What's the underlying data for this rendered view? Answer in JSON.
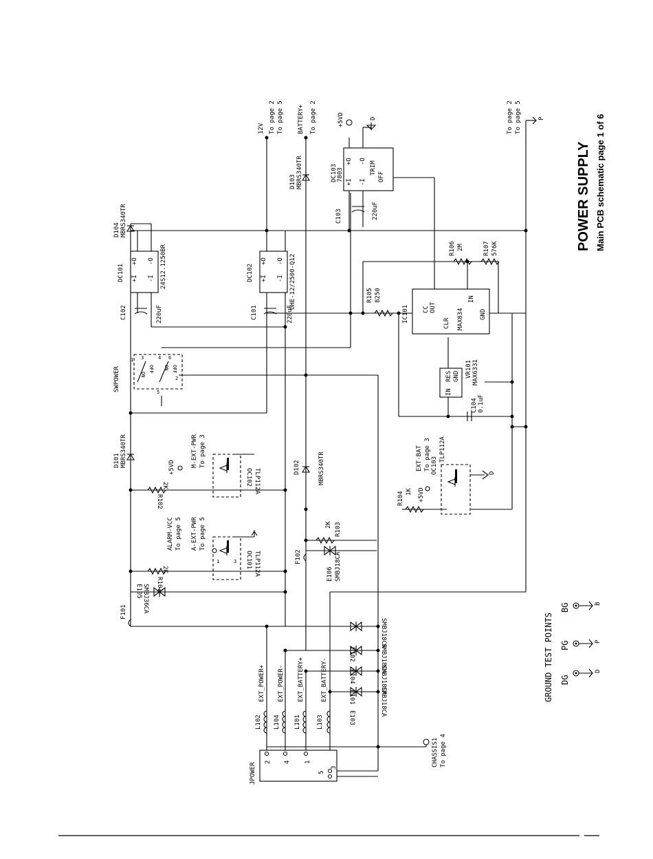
{
  "title": "POWER SUPPLY",
  "subtitle": "Main PCB schematic page 1 of 6",
  "connector": {
    "ref": "JPOWER",
    "pins": [
      "2",
      "4",
      "1",
      "5",
      "3"
    ]
  },
  "nets": {
    "ext_power_pos": "EXT_POWER+",
    "ext_power_neg": "EXT_POWER-",
    "ext_battery_pos": "EXT_BATTERY+",
    "ext_battery_neg": "EXT_BATTERY-",
    "v12": "12V",
    "v12_to_page2": "To page 2",
    "v12_to_page5": "To page 5",
    "battery_pos": "BATTERY+",
    "battery_to_page2": "To page 2",
    "p_to_page2": "To page 2",
    "p_to_page5": "To page 5",
    "p_label": "P",
    "d_label": "D",
    "b_label": "B",
    "plus5v": "+5VD",
    "chassis": "CHASSIS1",
    "chassis_to_page4": "To page 4",
    "alarm_vcc": "ALARM-VCC",
    "alarm_to_page5": "To page 5",
    "a_ext_pwr": "A-EXT-PWR",
    "a_ext_to_page5": "To page 5",
    "m_ext_pwr": "M-EXT-PWR",
    "m_ext_to_page3": "To page 3",
    "ext_bat": "EXT-BAT",
    "ext_bat_to_page3": "To page 3"
  },
  "inductors": [
    {
      "ref": "L102"
    },
    {
      "ref": "L104"
    },
    {
      "ref": "L101"
    },
    {
      "ref": "L103"
    }
  ],
  "tvs": [
    {
      "ref": "E102",
      "value": "SMBJ18CA"
    },
    {
      "ref": "E104",
      "value": "SMBJ18CA"
    },
    {
      "ref": "E101",
      "value": "SMBJ18CA"
    },
    {
      "ref": "E103",
      "value": "SMBJ18CA"
    },
    {
      "ref": "E105",
      "value": "SMBJ36CA"
    },
    {
      "ref": "E106",
      "value": "SMBJ18CA"
    }
  ],
  "fuses": [
    {
      "ref": "F101"
    },
    {
      "ref": "F102"
    }
  ],
  "diodes": [
    {
      "ref": "D101",
      "value": "MBRS340TR"
    },
    {
      "ref": "D102",
      "value": "MBRS340TR"
    },
    {
      "ref": "D103",
      "value": "MBRS340TR"
    },
    {
      "ref": "D104",
      "value": "MBRS340TR"
    }
  ],
  "resistors": [
    {
      "ref": "R101",
      "value": "2K"
    },
    {
      "ref": "R102",
      "value": "2K"
    },
    {
      "ref": "R103",
      "value": "2K"
    },
    {
      "ref": "R104",
      "value": "1K"
    },
    {
      "ref": "R105",
      "value": "8250"
    },
    {
      "ref": "R106",
      "value": "2M"
    },
    {
      "ref": "R107",
      "value": "576K"
    }
  ],
  "capacitors": [
    {
      "ref": "C101",
      "value": "220uF"
    },
    {
      "ref": "C102",
      "value": "220uF"
    },
    {
      "ref": "C103",
      "value": "220uF"
    },
    {
      "ref": "C104",
      "value": "0.1uF"
    }
  ],
  "optocouplers": [
    {
      "ref": "OC101",
      "value": "TLP112A"
    },
    {
      "ref": "OC102",
      "value": "TLP112A"
    },
    {
      "ref": "OC103",
      "value": "TLP112A"
    }
  ],
  "switch": {
    "ref": "SWPOWER",
    "on": "ON",
    "off": "OFF",
    "pins": [
      "1",
      "2",
      "3",
      "4",
      "5",
      "6"
    ]
  },
  "converters": [
    {
      "ref": "DC101",
      "value": "24S12.1250BR",
      "pins": {
        "vin_p": "+I",
        "vin_n": "-I",
        "vout_p": "+O",
        "vout_n": "-O"
      }
    },
    {
      "ref": "DC102",
      "value": "UHE-12/2500-Q12",
      "pins": {
        "vin_p": "+I",
        "vin_n": "-I",
        "vout_p": "+O",
        "vout_n": "-O"
      }
    },
    {
      "ref": "DC103",
      "value": "7803",
      "pins": {
        "vin_p": "+I",
        "vin_n": "-I",
        "vout_p": "+O",
        "vout_n": "-O",
        "trim": "TRIM",
        "off": "OFF"
      }
    }
  ],
  "ics": [
    {
      "ref": "IC101",
      "value": "MAX834",
      "pins": {
        "out": "OUT",
        "cc": "CC",
        "clr": "CLR",
        "in": "IN",
        "gnd": "GND"
      }
    },
    {
      "ref": "VR101",
      "value": "MAX6331",
      "pins": {
        "res": "RES",
        "in": "IN",
        "gnd": "GND"
      }
    }
  ],
  "test_points": {
    "header": "GROUND TEST POINTS",
    "items": [
      {
        "name": "DG",
        "net": "D"
      },
      {
        "name": "PG",
        "net": "P"
      },
      {
        "name": "BG",
        "net": "B"
      }
    ]
  }
}
